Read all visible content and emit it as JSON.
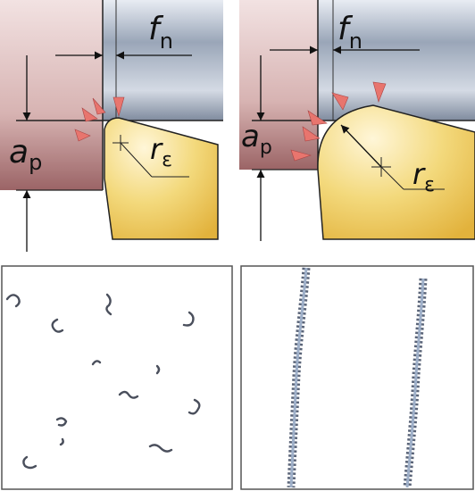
{
  "panels": {
    "small_nose_radius": {
      "feed_label": "f",
      "feed_sub": "n",
      "depth_label": "a",
      "depth_sub": "p",
      "radius_label": "r",
      "radius_sub": "ε"
    },
    "large_nose_radius": {
      "feed_label": "f",
      "feed_sub": "n",
      "depth_label": "a",
      "depth_sub": "p",
      "radius_label": "r",
      "radius_sub": "ε"
    }
  },
  "colors": {
    "insert_yellow": "#f0c84a",
    "workpiece_pink": "#b87c7e",
    "bar_blue_grey": "#9aa6b8",
    "pressure_arrow_red": "#e8756e",
    "chip_dark": "#4a4f5c"
  },
  "chips_photos": {
    "left": "short broken comma-shaped chips",
    "right": "long continuous helical chips"
  }
}
